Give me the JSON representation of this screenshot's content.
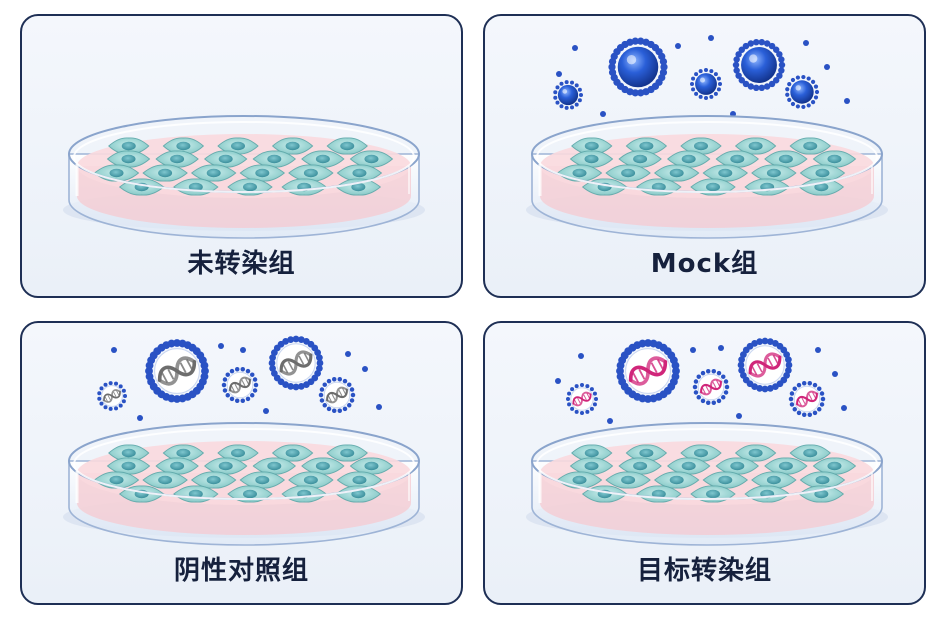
{
  "panels": [
    {
      "label": "未转染组",
      "particles": "none"
    },
    {
      "label": "Mock组",
      "particles": "empty-liposomes"
    },
    {
      "label": "阴性对照组",
      "particles": "liposomes-with-gray-dna"
    },
    {
      "label": "目标转染组",
      "particles": "liposomes-with-magenta-dna"
    }
  ],
  "colors": {
    "border": "#1e2f55",
    "liposome": "#2a52c4",
    "dna_control": "#6d6d6d",
    "dna_target": "#d0267a",
    "cell": "#8fd0cf",
    "medium": "#f6c9d0"
  }
}
